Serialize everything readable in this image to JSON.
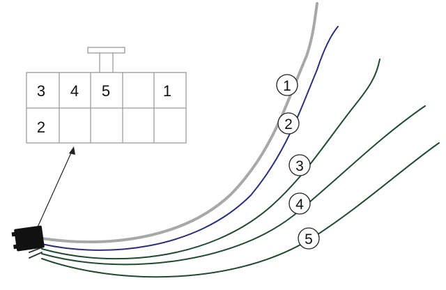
{
  "connector_pinout": {
    "row1": [
      "3",
      "4",
      "5",
      "",
      "1"
    ],
    "row2": [
      "2",
      "",
      "",
      "",
      ""
    ]
  },
  "wire_labels": [
    "1",
    "2",
    "3",
    "4",
    "5"
  ],
  "colors": {
    "wire1": "#a8a8a8",
    "wire2": "#2a2f7a",
    "wire3": "#1f4a32",
    "wire4": "#1f4a32",
    "wire5": "#1f4a32",
    "grid": "#9a9a9a",
    "connector": "#111111"
  }
}
